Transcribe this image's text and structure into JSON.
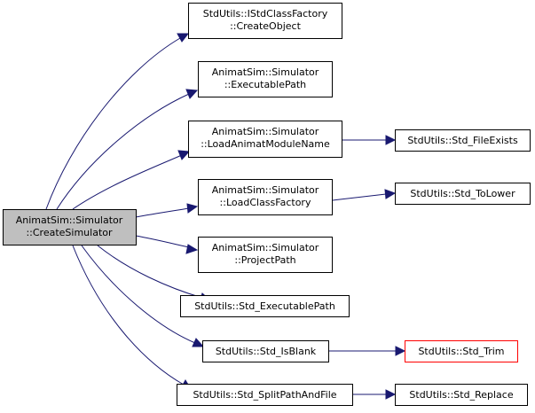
{
  "nodes": {
    "root": {
      "lines": [
        "AnimatSim::Simulator",
        "::CreateSimulator"
      ]
    },
    "create_object": {
      "lines": [
        "StdUtils::IStdClassFactory",
        "::CreateObject"
      ]
    },
    "executable_path": {
      "lines": [
        "AnimatSim::Simulator",
        "::ExecutablePath"
      ]
    },
    "load_animat_module_name": {
      "lines": [
        "AnimatSim::Simulator",
        "::LoadAnimatModuleName"
      ]
    },
    "load_class_factory": {
      "lines": [
        "AnimatSim::Simulator",
        "::LoadClassFactory"
      ]
    },
    "project_path": {
      "lines": [
        "AnimatSim::Simulator",
        "::ProjectPath"
      ]
    },
    "std_executable_path": {
      "lines": [
        "StdUtils::Std_ExecutablePath"
      ]
    },
    "std_is_blank": {
      "lines": [
        "StdUtils::Std_IsBlank"
      ]
    },
    "std_split_path_and_file": {
      "lines": [
        "StdUtils::Std_SplitPathAndFile"
      ]
    },
    "std_file_exists": {
      "lines": [
        "StdUtils::Std_FileExists"
      ]
    },
    "std_to_lower": {
      "lines": [
        "StdUtils::Std_ToLower"
      ]
    },
    "std_trim": {
      "lines": [
        "StdUtils::Std_Trim"
      ]
    },
    "std_replace": {
      "lines": [
        "StdUtils::Std_Replace"
      ]
    }
  },
  "colors": {
    "edge": "#191970",
    "root_fill": "#bfbfbf",
    "highlight_border": "#ff0000"
  }
}
